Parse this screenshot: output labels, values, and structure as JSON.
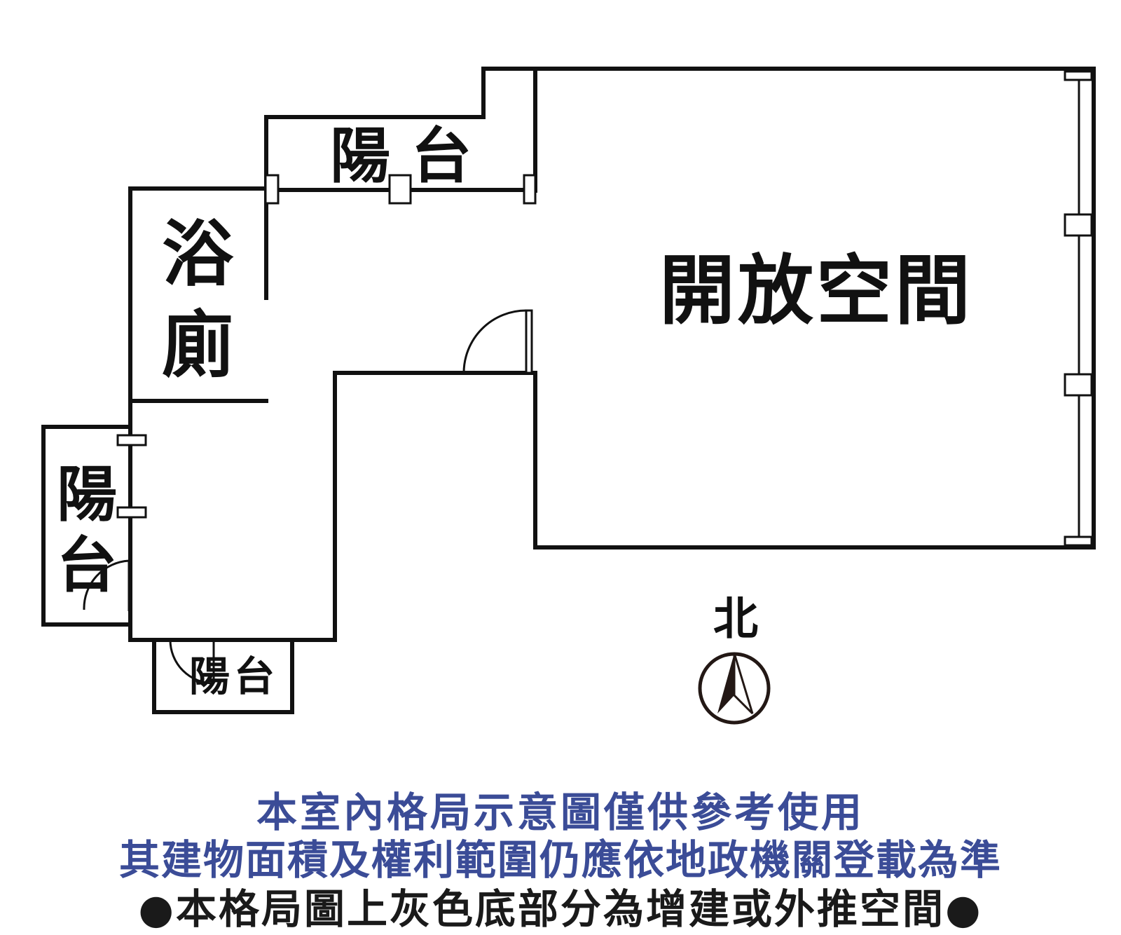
{
  "rooms": {
    "open_space": "開放空間",
    "balcony_top": "陽 台",
    "bathroom_1": "浴",
    "bathroom_2": "廁",
    "balcony_left_1": "陽",
    "balcony_left_2": "台",
    "balcony_bottom": "陽台"
  },
  "compass": {
    "label": "北",
    "icon": "north-arrow-icon"
  },
  "notes": [
    "本室內格局示意圖僅供參考使用",
    "其建物面積及權利範圍仍應依地政機關登載為準",
    "●本格局圖上灰色底部分為增建或外推空間●"
  ],
  "colors": {
    "note_blue": "#3b4c97",
    "note_black": "#1a1a1a",
    "wall": "#111111"
  }
}
